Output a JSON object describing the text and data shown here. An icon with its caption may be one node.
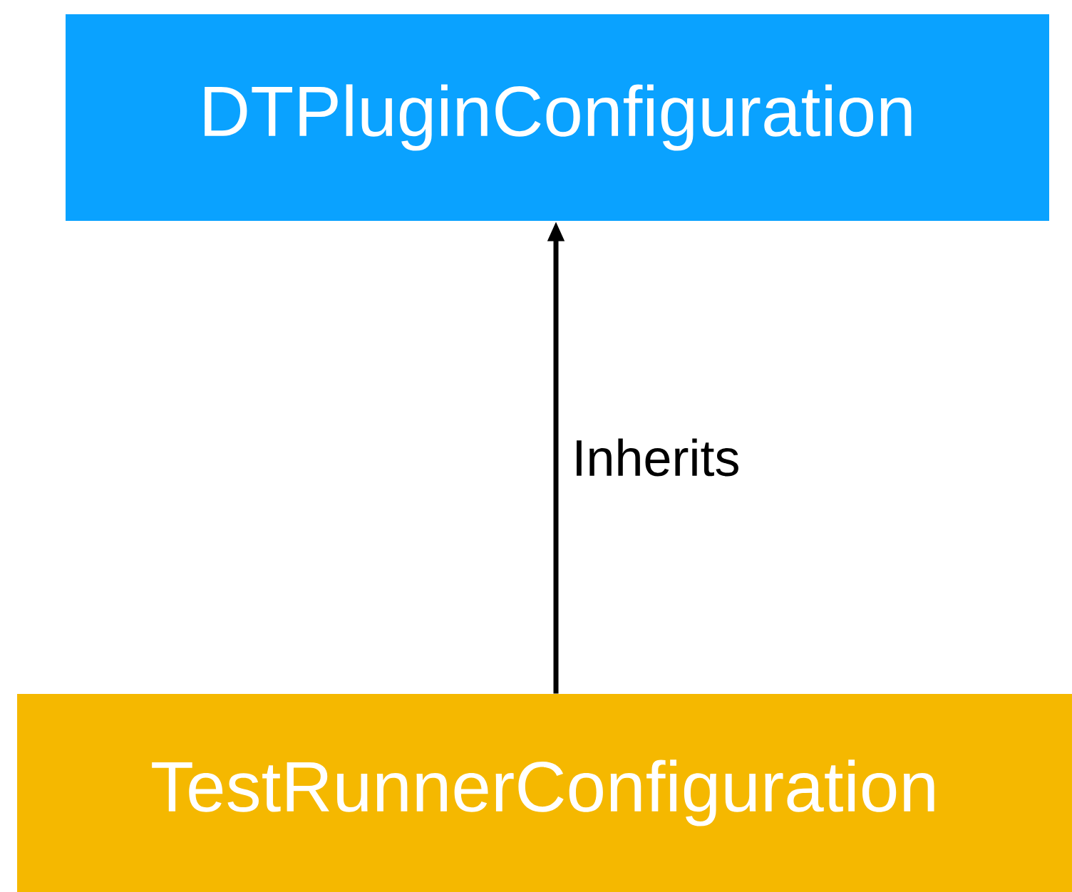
{
  "diagram": {
    "nodes": [
      {
        "text": [
          "DTPluginConfiguration"
        ]
      },
      {
        "text": [
          "TestRunnerConfiguration"
        ]
      }
    ],
    "edges": [
      {
        "from": 1,
        "to": 0,
        "arrow": "to",
        "label": "Inherits"
      }
    ]
  }
}
